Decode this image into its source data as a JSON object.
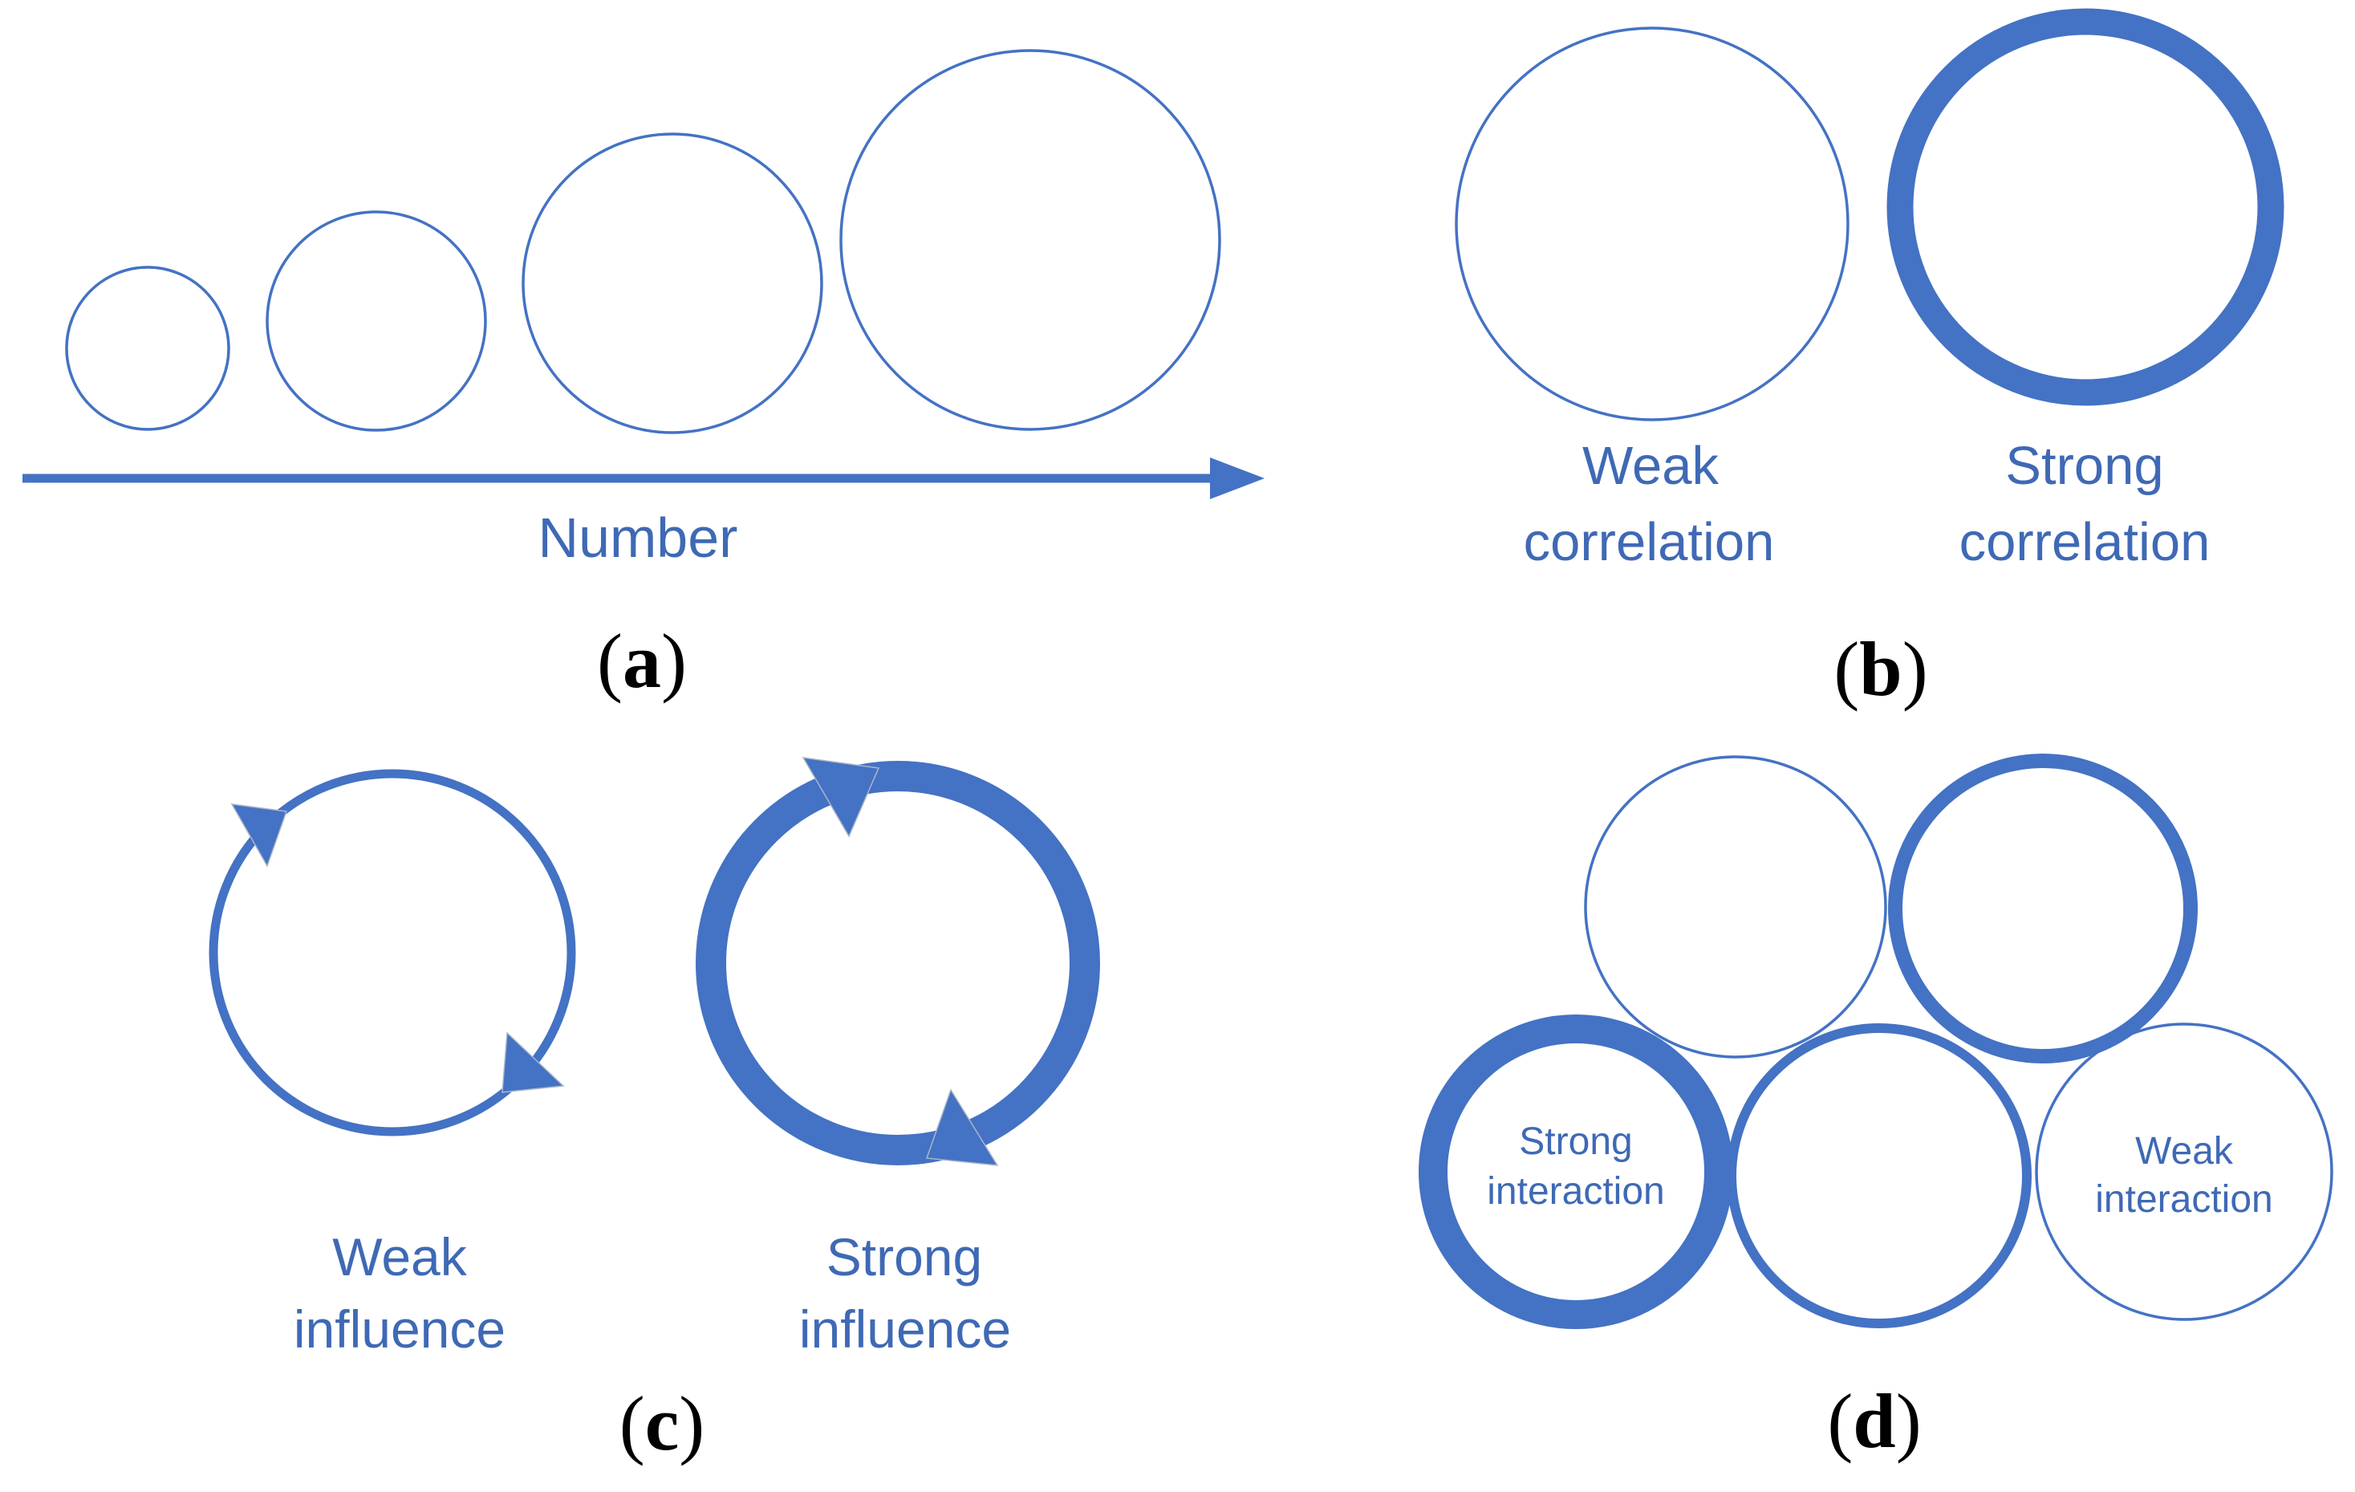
{
  "colors": {
    "accent_blue": "#4472C4",
    "label_blue": "#3F69B5",
    "caption_black": "#000000",
    "background": "#FFFFFF"
  },
  "icons": {
    "number_axis_arrow": "right-arrow",
    "influence_arrowheads": "triangle-arrowhead"
  },
  "panel_a": {
    "axis_label": "Number",
    "caption": {
      "open": "(",
      "letter": "a",
      "close": ")"
    }
  },
  "panel_b": {
    "weak": {
      "line1": "Weak",
      "line2": "correlation"
    },
    "strong": {
      "line1": "Strong",
      "line2": "correlation"
    },
    "caption": {
      "open": "(",
      "letter": "b",
      "close": ")"
    }
  },
  "panel_c": {
    "weak": {
      "line1": "Weak",
      "line2": "influence"
    },
    "strong": {
      "line1": "Strong",
      "line2": "influence"
    },
    "caption": {
      "open": "(",
      "letter": "c",
      "close": ")"
    }
  },
  "panel_d": {
    "strong": {
      "line1": "Strong",
      "line2": "interaction"
    },
    "weak": {
      "line1": "Weak",
      "line2": "interaction"
    },
    "caption": {
      "open": "(",
      "letter": "d",
      "close": ")"
    }
  }
}
